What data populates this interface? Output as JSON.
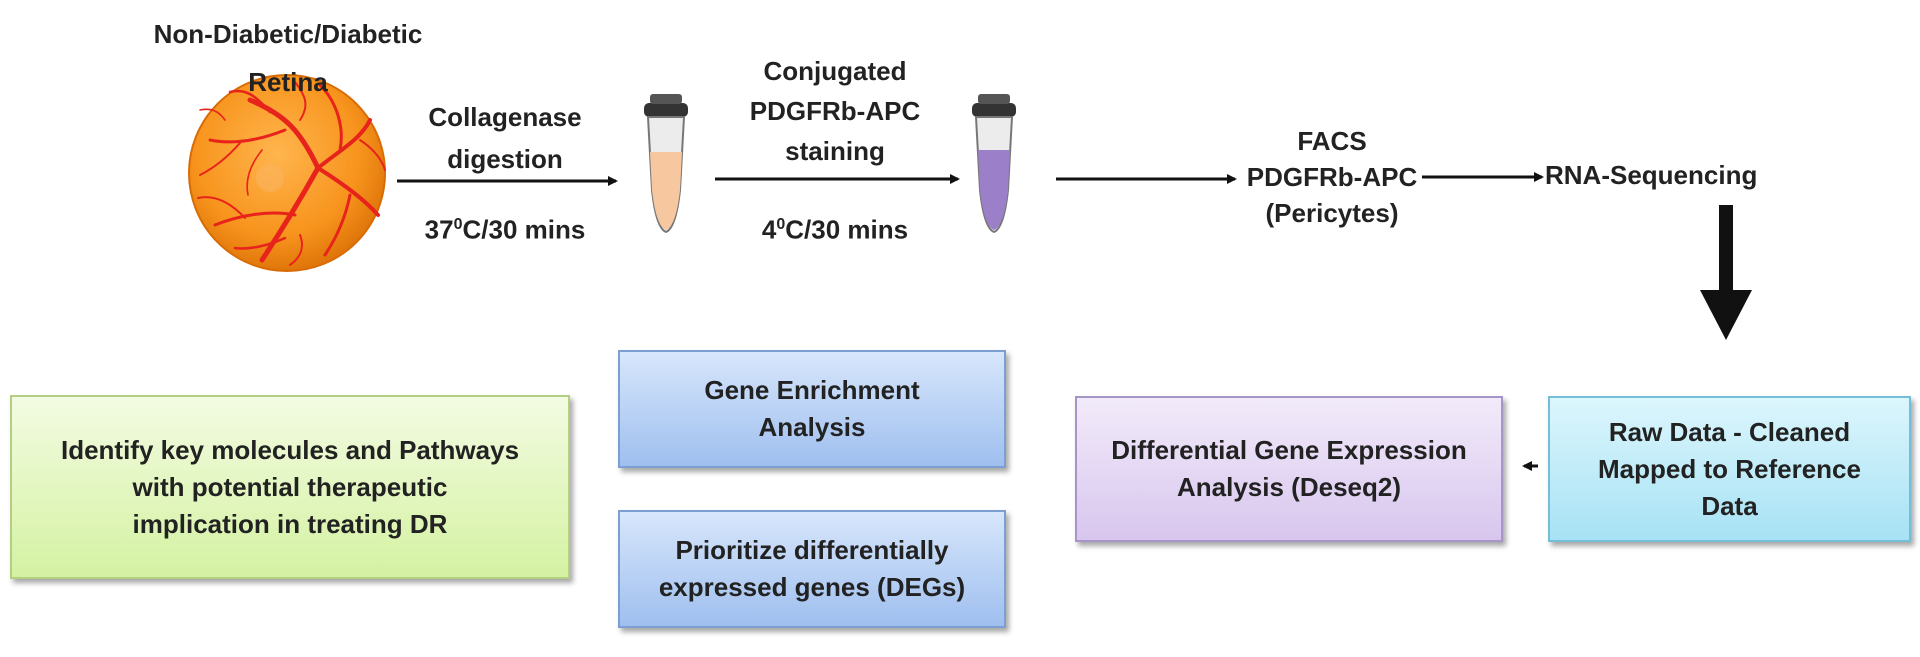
{
  "steps": {
    "retina": {
      "line1": "Non-Diabetic/Diabetic",
      "line2": "Retina"
    },
    "collagenase": {
      "line1": "Collagenase",
      "line2": "digestion",
      "condition_base": "37",
      "condition_sup": "0",
      "condition_rest": "C/30 mins"
    },
    "staining": {
      "line1": "Conjugated",
      "line2": "PDGFRb-APC",
      "line3": "staining",
      "condition_base": "4",
      "condition_sup": "0",
      "condition_rest": "C/30 mins"
    },
    "facs": {
      "line1": "FACS",
      "line2": "PDGFRb-APC",
      "line3": "(Pericytes)"
    },
    "rnaseq": {
      "label": "RNA-Sequencing"
    }
  },
  "boxes": {
    "identify": {
      "line1": "Identify key molecules and Pathways",
      "line2": "with potential  therapeutic",
      "line3": "implication in treating DR"
    },
    "gene_enrichment": {
      "line1": "Gene Enrichment",
      "line2": "Analysis"
    },
    "prioritize": {
      "line1": "Prioritize differentially",
      "line2": "expressed genes (DEGs)"
    },
    "differential": {
      "line1": "Differential Gene Expression",
      "line2": "Analysis (Deseq2)"
    },
    "raw_data": {
      "line1": "Raw Data - Cleaned",
      "line2": "Mapped to Reference",
      "line3": "Data"
    }
  },
  "colors": {
    "retina_fill": "#f7941d",
    "retina_vessels": "#e8231c",
    "tube_orange": "#f7c8a0",
    "tube_purple": "#9b7fc8",
    "box_green": "#d4f2a2",
    "box_blue": "#9fbfef",
    "box_purple": "#d8c6ee",
    "box_cyan": "#a7e2f4"
  }
}
